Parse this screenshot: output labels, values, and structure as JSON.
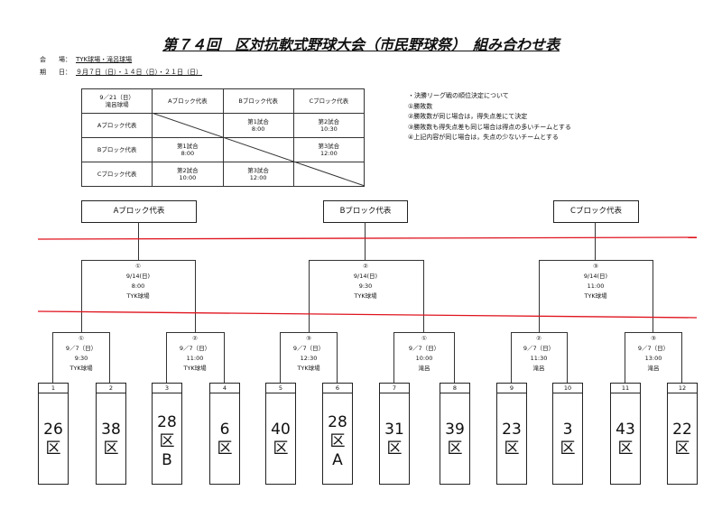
{
  "title": "第７４回　区対抗軟式野球大会（市民野球祭）　組み合わせ表",
  "info": {
    "venue_label": "会　　場：",
    "venue": "TYK球場・滝呂球場",
    "date_label": "期　　日：",
    "dates": "９月７日（日）・１４日（日）・２１日（日）"
  },
  "league_table": {
    "corner": [
      "9／21（日）",
      "滝呂球場"
    ],
    "headers": [
      "Aブロック代表",
      "Bブロック代表",
      "Cブロック代表"
    ],
    "rows": [
      {
        "label": "Aブロック代表",
        "cells": [
          [
            "",
            ""
          ],
          [
            "第1試合",
            "8:00"
          ],
          [
            "第2試合",
            "10:30"
          ]
        ]
      },
      {
        "label": "Bブロック代表",
        "cells": [
          [
            "第1試合",
            "8:00"
          ],
          [
            "",
            ""
          ],
          [
            "第3試合",
            "12:00"
          ]
        ]
      },
      {
        "label": "Cブロック代表",
        "cells": [
          [
            "第2試合",
            "10:00"
          ],
          [
            "第3試合",
            "12:00"
          ],
          [
            "",
            ""
          ]
        ]
      }
    ]
  },
  "notes": [
    "・決勝リーグ戦の順位決定について",
    "①勝敗数",
    "②勝敗数が同じ場合は，得失点差にて決定",
    "③勝敗数も得失点差も同じ場合は得点の多いチームとする",
    "④上記内容が同じ場合は，失点の少ないチームとする"
  ],
  "blocks": [
    {
      "label": "Aブロック代表",
      "final": {
        "no": "①",
        "date": "9/14(日)",
        "time": "8:00",
        "venue": "TYK球場"
      },
      "semis": [
        {
          "no": "①",
          "date": "9／7（日）",
          "time": "9:30",
          "venue": "TYK球場"
        },
        {
          "no": "②",
          "date": "9／7（日）",
          "time": "11:00",
          "venue": "TYK球場"
        }
      ]
    },
    {
      "label": "Bブロック代表",
      "final": {
        "no": "②",
        "date": "9/14(日)",
        "time": "9:30",
        "venue": "TYK球場"
      },
      "semis": [
        {
          "no": "③",
          "date": "9／7（日）",
          "time": "12:30",
          "venue": "TYK球場"
        },
        {
          "no": "①",
          "date": "9／7（日）",
          "time": "10:00",
          "venue": "滝呂"
        }
      ]
    },
    {
      "label": "Cブロック代表",
      "final": {
        "no": "③",
        "date": "9/14(日)",
        "time": "11:00",
        "venue": "TYK球場"
      },
      "semis": [
        {
          "no": "②",
          "date": "9／7（日）",
          "time": "11:30",
          "venue": "滝呂"
        },
        {
          "no": "③",
          "date": "9／7（日）",
          "time": "13:00",
          "venue": "滝呂"
        }
      ]
    }
  ],
  "teams": [
    {
      "num": "1",
      "name": [
        "26",
        "区"
      ]
    },
    {
      "num": "2",
      "name": [
        "38",
        "区"
      ]
    },
    {
      "num": "3",
      "name": [
        "28",
        "区",
        "B"
      ]
    },
    {
      "num": "4",
      "name": [
        "6",
        "区"
      ]
    },
    {
      "num": "5",
      "name": [
        "40",
        "区"
      ]
    },
    {
      "num": "6",
      "name": [
        "28",
        "区",
        "A"
      ]
    },
    {
      "num": "7",
      "name": [
        "31",
        "区"
      ]
    },
    {
      "num": "8",
      "name": [
        "39",
        "区"
      ]
    },
    {
      "num": "9",
      "name": [
        "23",
        "区"
      ]
    },
    {
      "num": "10",
      "name": [
        "3",
        "区"
      ]
    },
    {
      "num": "11",
      "name": [
        "43",
        "区"
      ]
    },
    {
      "num": "12",
      "name": [
        "22",
        "区"
      ]
    }
  ],
  "colors": {
    "red_line": "#e0141e",
    "line": "#333333"
  }
}
